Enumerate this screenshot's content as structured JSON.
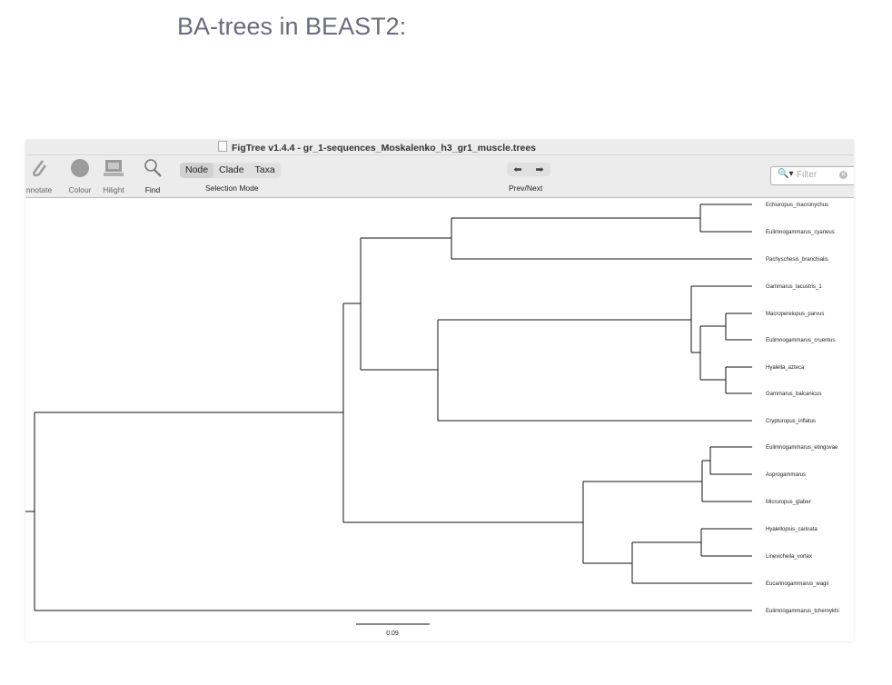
{
  "slide_title": "BA-trees in BEAST2:",
  "window": {
    "title": "FigTree v1.4.4 - gr_1-sequences_Moskalenko_h3_gr1_muscle.trees"
  },
  "toolbar": {
    "annotate": "nnotate",
    "colour": "Colour",
    "hilight": "Hilight",
    "find": "Find",
    "selection_modes": [
      "Node",
      "Clade",
      "Taxa"
    ],
    "selection_mode_label": "Selection Mode",
    "prev_next_label": "Prev/Next",
    "filter_placeholder": "Filter"
  },
  "tree": {
    "taxa": [
      "Echiuropus_macronychus",
      "Eulimnogammarus_cyaneus",
      "Pachyschesis_branchialis",
      "Gammarus_lacustris_1",
      "Macropereiopus_parvus",
      "Eulimnogammarus_cruentus",
      "Hyalella_azteca",
      "Gammarus_balcanicus",
      "Crypturopus_inflatus",
      "Eulimnogammarus_etingovae",
      "Asprogammarus",
      "Micruropus_glaber",
      "Hyalellopsis_carinata",
      "Linevichella_vortex",
      "Eucarinogammarus_wagii",
      "Eulimnogammarus_tchernykhi"
    ],
    "scale_label": "0.09"
  }
}
